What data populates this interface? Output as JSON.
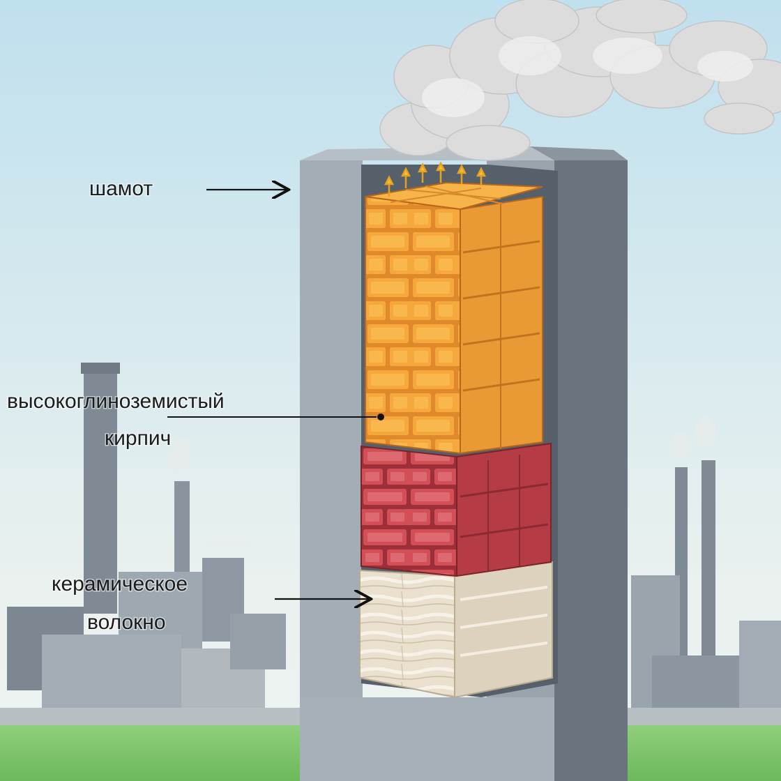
{
  "labels": {
    "chamotte": "шамот",
    "high_alumina_line1": "высокоглиноземистый",
    "high_alumina_line2": "кирпич",
    "ceramic_fiber_line1": "керамическое",
    "ceramic_fiber_line2": "волокно"
  },
  "colors": {
    "sky_top": "#bfe0ee",
    "sky_bottom": "#eef2f0",
    "grass": "#7dc36c",
    "concrete": "#9aa5ad",
    "concrete_dark": "#66717c",
    "orange_brick": "#f2a43a",
    "red_brick": "#c9464e",
    "fiber": "#ece3d2",
    "smoke": "#dedede"
  }
}
